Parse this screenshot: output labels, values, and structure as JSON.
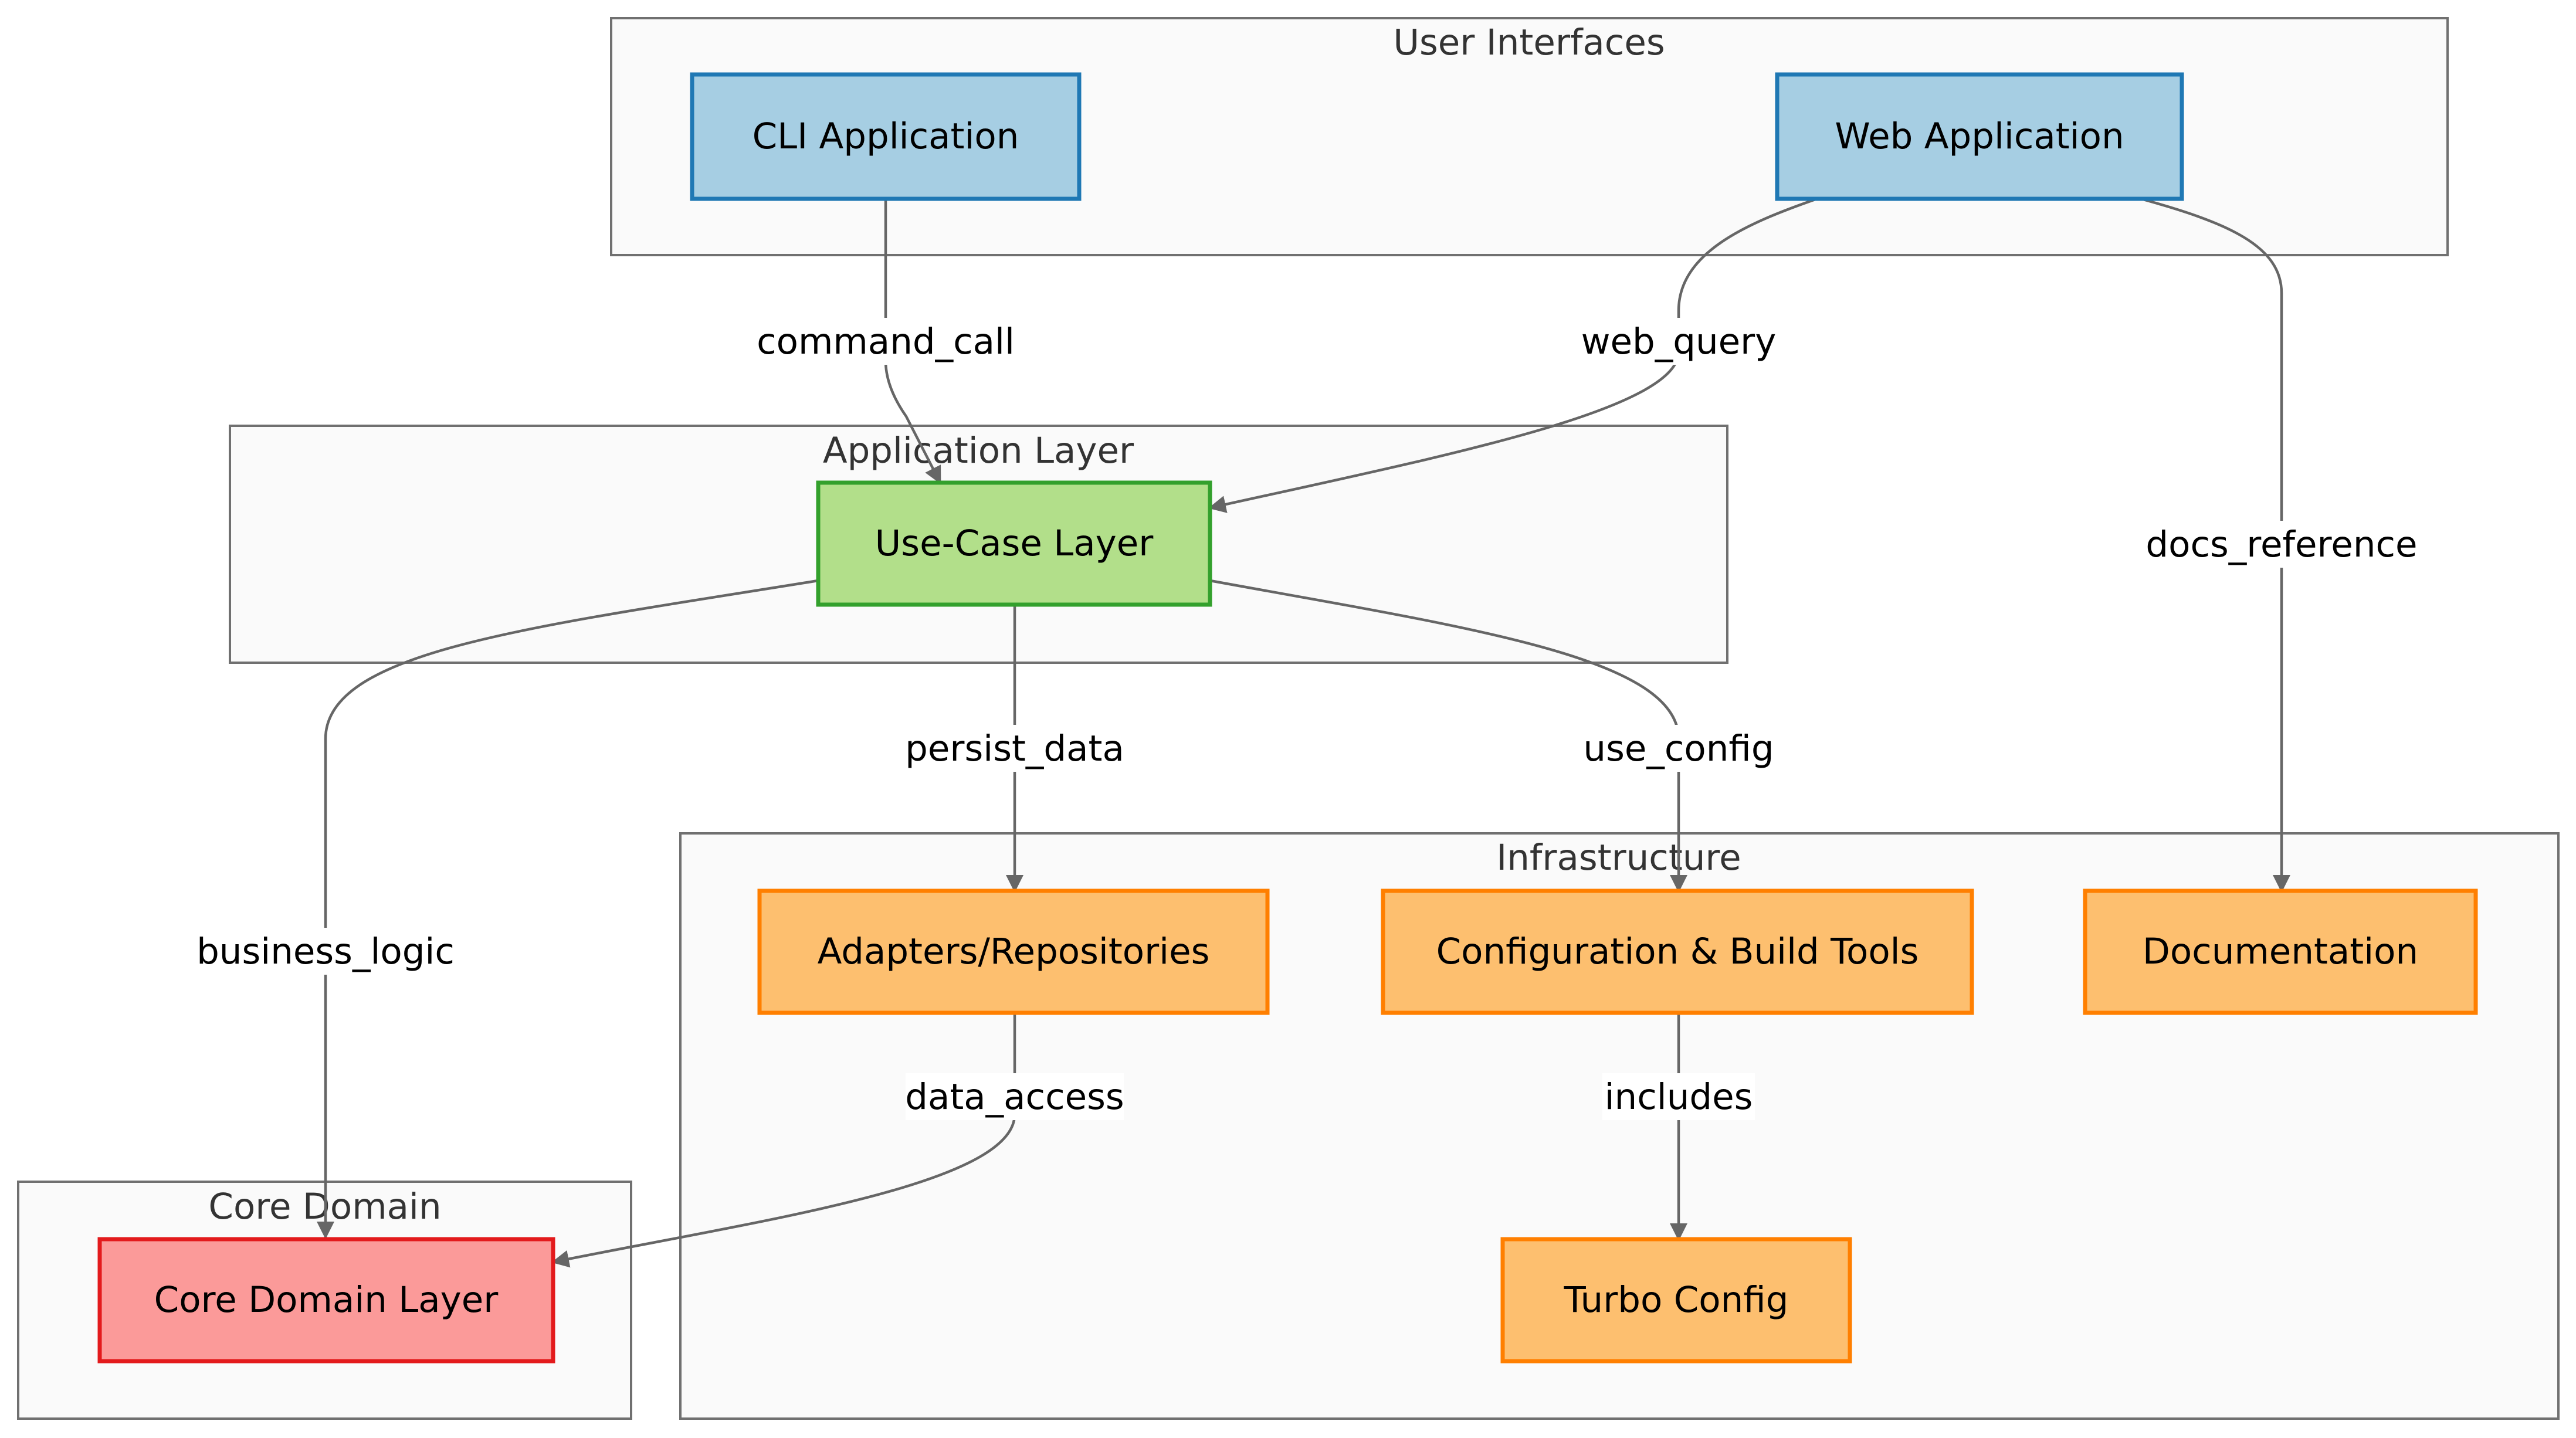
{
  "diagram": {
    "clusters": {
      "user_interfaces": "User Interfaces",
      "application_layer": "Application Layer",
      "infrastructure": "Infrastructure",
      "core_domain": "Core Domain"
    },
    "nodes": {
      "cli_app": "CLI Application",
      "web_app": "Web Application",
      "use_case": "Use-Case Layer",
      "adapters": "Adapters/Repositories",
      "config_tools": "Configuration & Build Tools",
      "documentation": "Documentation",
      "turbo_config": "Turbo Config",
      "core_domain_layer": "Core Domain Layer"
    },
    "edges": {
      "command_call": "command_call",
      "web_query": "web_query",
      "docs_reference": "docs_reference",
      "persist_data": "persist_data",
      "use_config": "use_config",
      "business_logic": "business_logic",
      "data_access": "data_access",
      "includes": "includes"
    },
    "colors": {
      "ui_fill": "#a6cee3",
      "ui_stroke": "#1f78b4",
      "app_fill": "#b2df8a",
      "app_stroke": "#33a02c",
      "infra_fill": "#fdbf6f",
      "infra_stroke": "#ff7f00",
      "core_fill": "#fb9a99",
      "core_stroke": "#e31a1c",
      "edge": "#666666"
    }
  }
}
